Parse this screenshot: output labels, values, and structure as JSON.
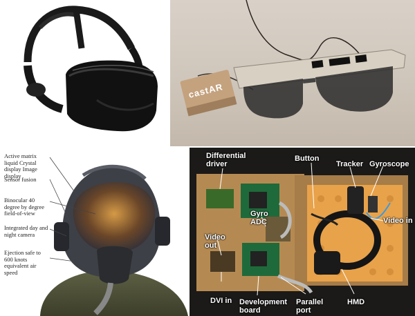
{
  "headset_logo": "castAR",
  "helmet_labels": [
    "Active matrix liquid Crystal display Image display",
    "Sensor fusion",
    "Binocular 40 degree by degree field-of-view",
    "Integrated day and night camera",
    "Ejection safe to 600 knots equivalent air speed"
  ],
  "hmd_labels": {
    "differential_driver": "Differential driver",
    "button": "Button",
    "tracker": "Tracker",
    "gyroscope": "Gyroscope",
    "gyro_adc": "Gyro ADC",
    "video_in": "Video in",
    "video_out": "Video out",
    "dvi_in": "DVI in",
    "development_board": "Development board",
    "parallel_port": "Parallel port",
    "hmd": "HMD"
  }
}
